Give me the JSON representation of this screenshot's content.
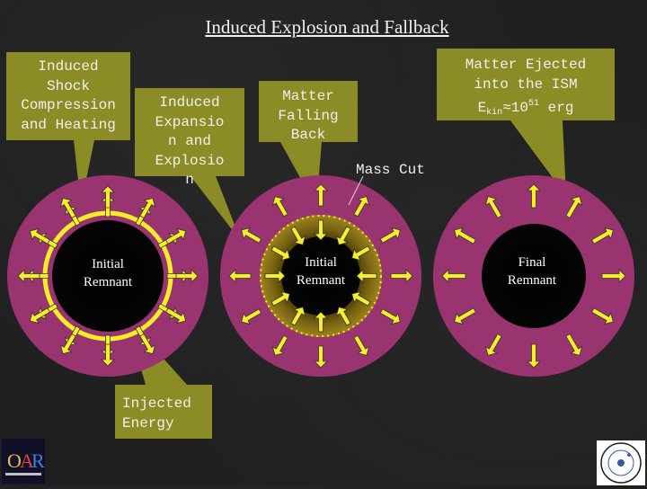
{
  "title": "Induced Explosion and Fallback",
  "callouts": {
    "shock": [
      "Induced",
      "Shock",
      "Compression",
      "and Heating"
    ],
    "expansion": [
      "Induced",
      "Expansio",
      "n and",
      "Explosio",
      "n"
    ],
    "fallback": [
      "Matter",
      "Falling",
      "Back"
    ],
    "ejected_line1": "Matter Ejected",
    "ejected_line2": "into the ISM",
    "ejected_energy_prefix": "E",
    "ejected_energy_sub": "kin",
    "ejected_energy_mid": "≈10",
    "ejected_energy_exp": "51",
    "ejected_energy_unit": " erg",
    "injected": [
      "Injected",
      "Energy"
    ]
  },
  "mass_cut": "Mass Cut",
  "remnants": {
    "initial_1": [
      "Initial",
      "Remnant"
    ],
    "initial_2": [
      "Initial",
      "Remnant"
    ],
    "final": [
      "Final",
      "Remnant"
    ]
  },
  "colors": {
    "background": "#1f1f1f",
    "callout": "#8c8c26",
    "ring": "#9a3470",
    "core": "#000000",
    "arrow": "#f5ee28",
    "shock_ring": "#f5ee28",
    "fallback_shell": "#6e5a10"
  },
  "icons": [
    "oar-logo",
    "seal-logo"
  ]
}
